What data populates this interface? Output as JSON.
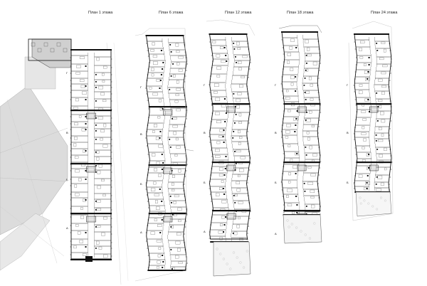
{
  "sheet": {
    "plans": [
      {
        "title": "План 1 этажа",
        "sections": [
          "Г",
          "В",
          "Б",
          "А"
        ]
      },
      {
        "title": "План 6 этажа",
        "sections": [
          "Г",
          "В",
          "Б",
          "А"
        ]
      },
      {
        "title": "План 12 этажа",
        "sections": [
          "Г",
          "В",
          "Б",
          "А"
        ]
      },
      {
        "title": "План 18 этажа",
        "sections": [
          "Г",
          "В",
          "Б",
          "А"
        ]
      },
      {
        "title": "План 24 этажа",
        "sections": [
          "Г",
          "В",
          "Б"
        ]
      }
    ]
  },
  "colors": {
    "wall": "#111111",
    "line": "#555555",
    "light": "#bbbbbb",
    "paper": "#ffffff"
  }
}
